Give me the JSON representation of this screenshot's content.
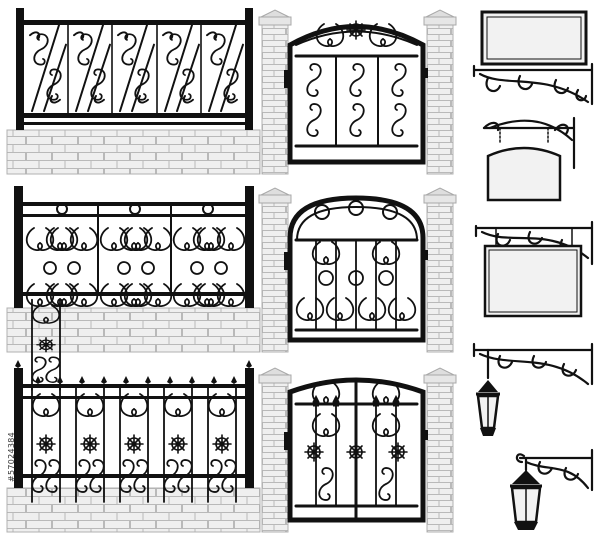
{
  "stock_id": "#57024384",
  "colors": {
    "iron": "#111111",
    "brick": "#efefef",
    "mortar": "#b9b9b9",
    "panel": "#f2f2f2",
    "background": "#ffffff"
  },
  "scene_rows": [
    {
      "name": "row-1",
      "fence_style": "diagonal-scroll",
      "gate_style": "arched-scroll"
    },
    {
      "name": "row-2",
      "fence_style": "ring-scroll",
      "gate_style": "round-top-ring"
    },
    {
      "name": "row-3",
      "fence_style": "rosette-lance",
      "gate_style": "arched-rosette-double"
    }
  ],
  "sidebar_items": [
    {
      "name": "signboard-rectangle-bracket"
    },
    {
      "name": "signboard-arched-hanging"
    },
    {
      "name": "signboard-wide-bracket"
    },
    {
      "name": "lantern-bracket-left"
    },
    {
      "name": "lantern-bracket-right"
    }
  ]
}
